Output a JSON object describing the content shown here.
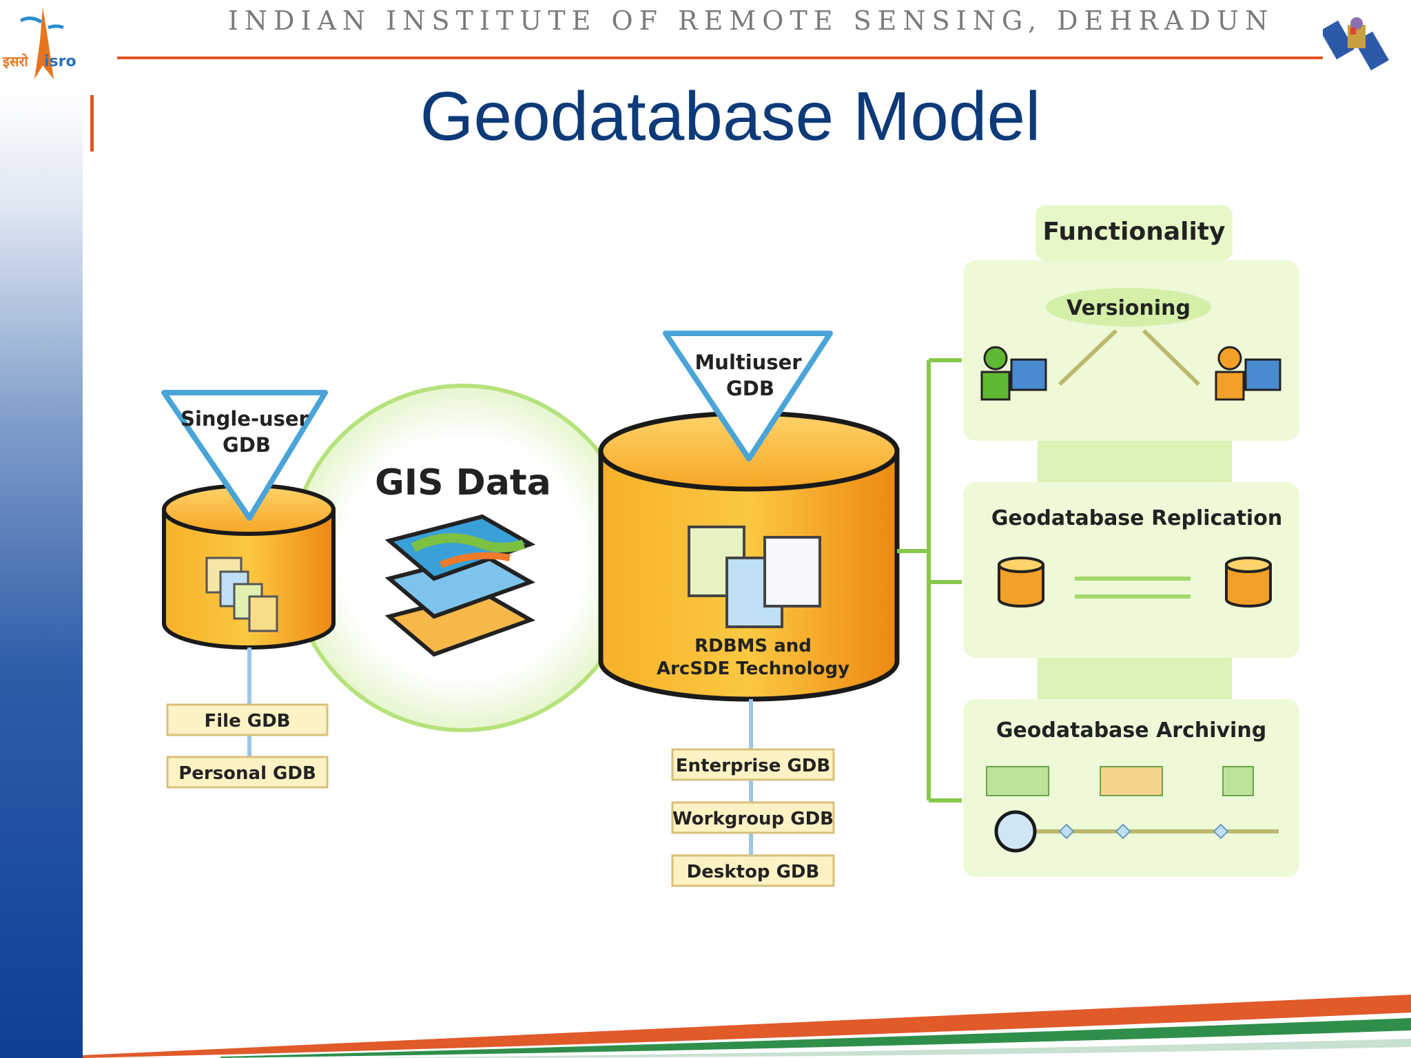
{
  "header": {
    "institute": "INDIAN INSTITUTE OF REMOTE SENSING, DEHRADUN",
    "logo_text": "इसरो isro"
  },
  "slide": {
    "title": "Geodatabase Model"
  },
  "diagram": {
    "single_user": {
      "line1": "Single-user",
      "line2": "GDB"
    },
    "gis_data": "GIS Data",
    "multiuser": {
      "line1": "Multiuser",
      "line2": "GDB"
    },
    "rdbms": {
      "line1": "RDBMS and",
      "line2": "ArcSDE Technology"
    },
    "single_types": [
      "File GDB",
      "Personal GDB"
    ],
    "multi_types": [
      "Enterprise GDB",
      "Workgroup GDB",
      "Desktop GDB"
    ],
    "functionality": {
      "heading": "Functionality",
      "versioning": "Versioning",
      "replication": "Geodatabase Replication",
      "archiving": "Geodatabase Archiving"
    }
  },
  "colors": {
    "accent_orange": "#e2531f",
    "title_blue": "#0d3a78",
    "panel_green": "#eef9d8",
    "line_green": "#86c84a",
    "cylinder_orange": "#f29a1a"
  }
}
